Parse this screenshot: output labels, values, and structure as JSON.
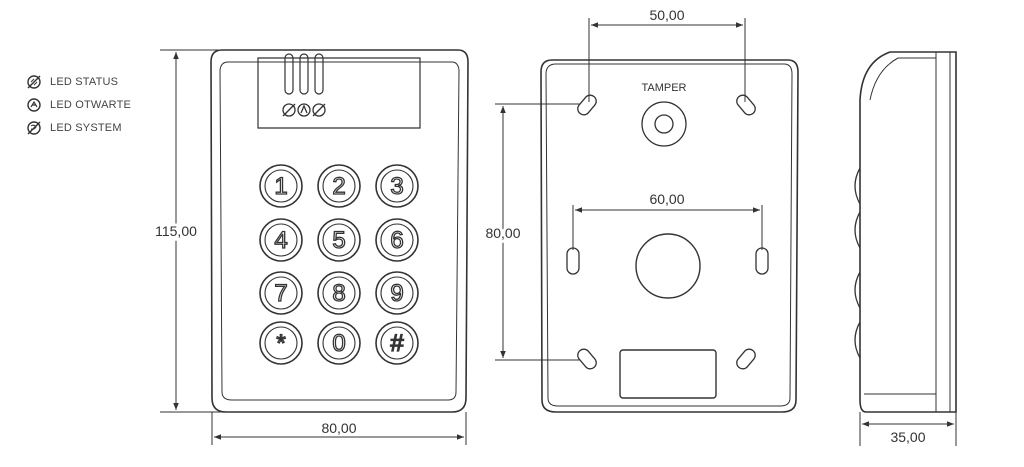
{
  "legend": {
    "items": [
      {
        "label": "LED STATUS",
        "icon": "led-status-icon"
      },
      {
        "label": "LED OTWARTE",
        "icon": "led-open-icon"
      },
      {
        "label": "LED SYSTEM",
        "icon": "led-system-icon"
      }
    ]
  },
  "front_view": {
    "keys": [
      "1",
      "2",
      "3",
      "4",
      "5",
      "6",
      "7",
      "8",
      "9",
      "*",
      "0",
      "#"
    ],
    "height_label": "115,00",
    "width_label": "80,00"
  },
  "back_view": {
    "tamper_label": "TAMPER",
    "top_spacing_label": "50,00",
    "middle_spacing_label": "60,00",
    "vertical_spacing_label": "80,00"
  },
  "side_view": {
    "depth_label": "35,00"
  },
  "colors": {
    "line": "#333333",
    "fill": "#ffffff"
  }
}
